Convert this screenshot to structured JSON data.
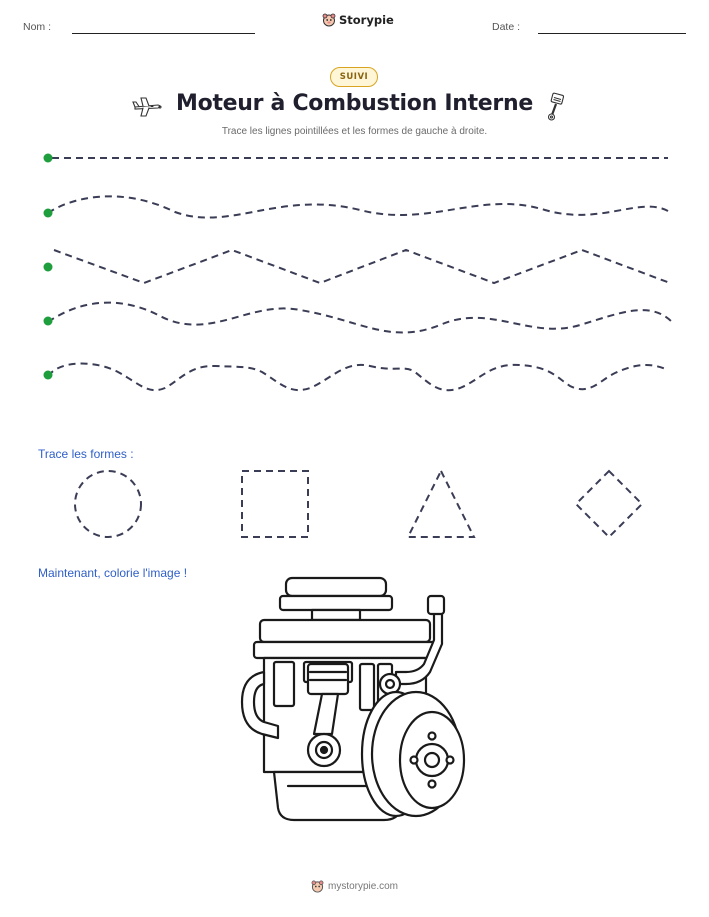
{
  "header": {
    "name_label": "Nom :",
    "date_label": "Date :",
    "brand": "Storypie"
  },
  "badge": "SUIVI",
  "title": "Moteur à Combustion Interne",
  "subtitle": "Trace les lignes pointillées et les formes de gauche à droite.",
  "shapes_section": {
    "label": "Trace les formes :",
    "shapes": [
      "circle",
      "square",
      "triangle",
      "diamond"
    ]
  },
  "coloring_section": {
    "label": "Maintenant, colorie l'image !"
  },
  "tracing_lines": [
    "straight",
    "wave",
    "zigzag",
    "wave",
    "bumps"
  ],
  "colors": {
    "accent_blue": "#2f5fc9",
    "start_dot": "#1e9e3c",
    "dash": "#3a3d55",
    "badge_border": "#d9a520"
  },
  "footer": {
    "site": "mystorypie.com"
  }
}
